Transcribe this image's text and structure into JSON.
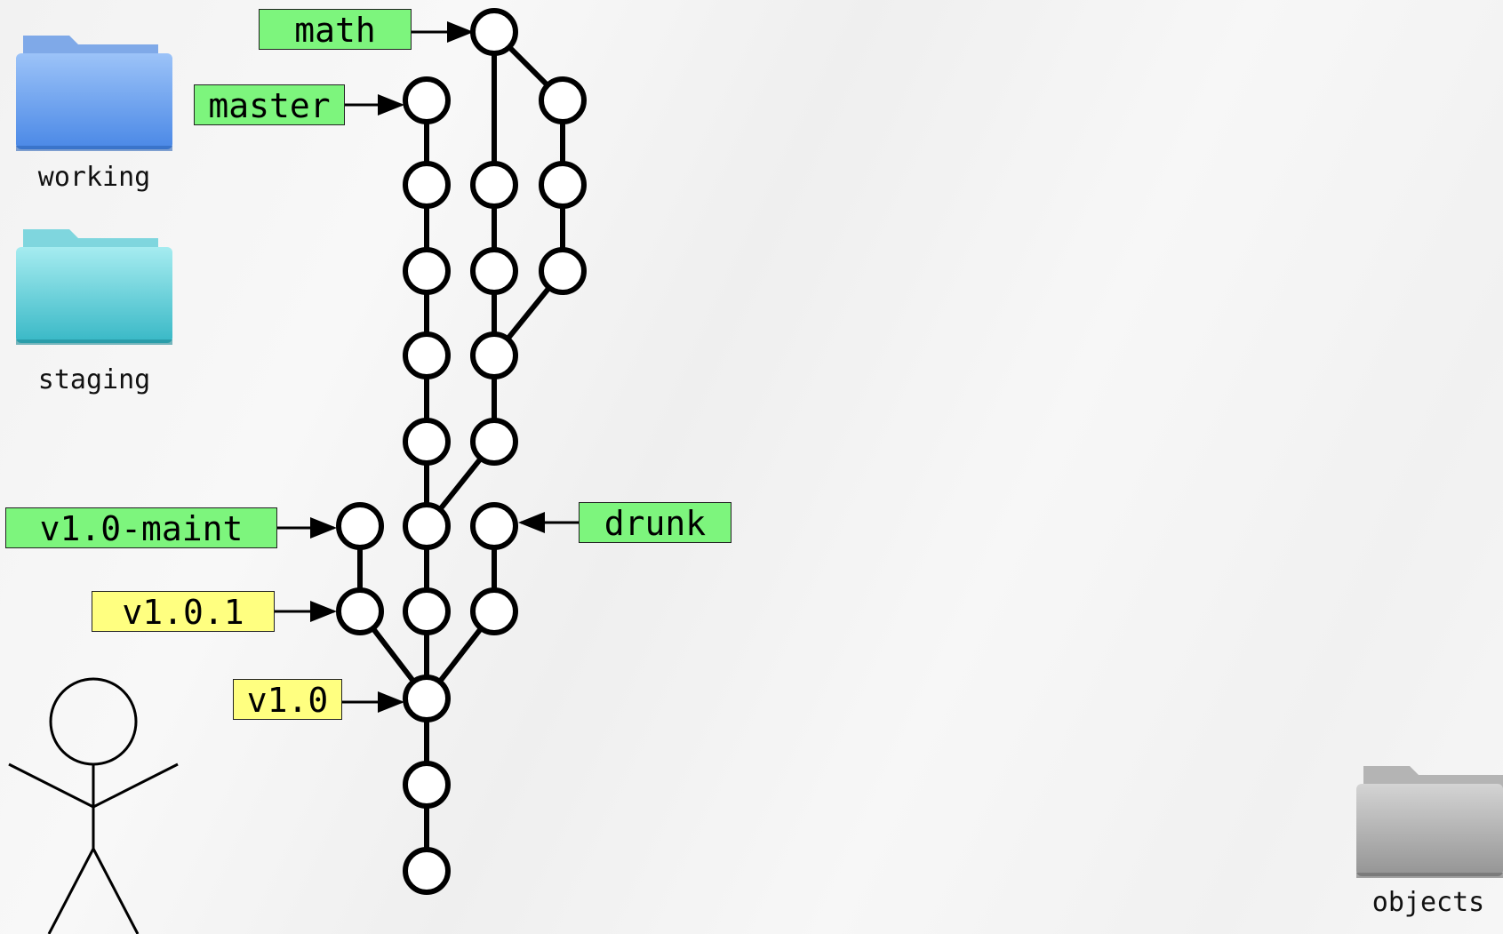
{
  "folders": {
    "working": {
      "label": "working",
      "color_top": "#8ab6f5",
      "color_bottom": "#4f8ee8"
    },
    "staging": {
      "label": "staging",
      "color_top": "#8ee3ea",
      "color_bottom": "#3fbfcc"
    },
    "objects": {
      "label": "objects",
      "color_top": "#c8c8c8",
      "color_bottom": "#9a9a9a"
    }
  },
  "refs": {
    "math": "math",
    "master": "master",
    "v1_0_maint": "v1.0-maint",
    "drunk": "drunk",
    "v1_0_1": "v1.0.1",
    "v1_0": "v1.0"
  },
  "colors": {
    "branch": "#7df57d",
    "tag": "#ffff80",
    "line": "#000000"
  }
}
